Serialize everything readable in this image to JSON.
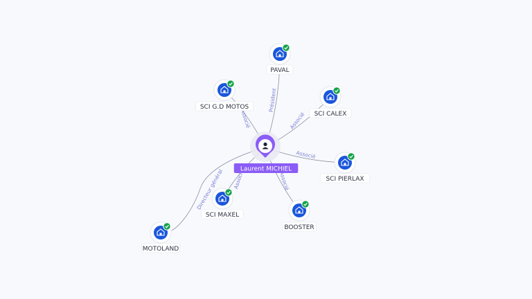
{
  "colors": {
    "edge": "#8a8ea6",
    "edge_label": "#7b7fd6",
    "person": "#8b5cf6",
    "company": "#1a56db",
    "check": "#16a34a",
    "label_bg": "#ffffff"
  },
  "center": {
    "id": "laurent",
    "label": "Laurent MICHIEL",
    "icon": "person-icon"
  },
  "nodes": [
    {
      "id": "paval",
      "label": "PAVAL",
      "icon": "building-icon",
      "verified": true
    },
    {
      "id": "sci-gd",
      "label": "SCI G.D MOTOS",
      "icon": "building-icon",
      "verified": true
    },
    {
      "id": "sci-calex",
      "label": "SCI CALEX",
      "icon": "building-icon",
      "verified": true
    },
    {
      "id": "sci-pierlax",
      "label": "SCI PIERLAX",
      "icon": "building-icon",
      "verified": true
    },
    {
      "id": "booster",
      "label": "BOOSTER",
      "icon": "building-icon",
      "verified": true
    },
    {
      "id": "sci-maxel",
      "label": "SCI MAXEL",
      "icon": "building-icon",
      "verified": true
    },
    {
      "id": "motoland",
      "label": "MOTOLAND",
      "icon": "building-icon",
      "verified": true
    }
  ],
  "edges": [
    {
      "from": "laurent",
      "to": "paval",
      "label": "Président"
    },
    {
      "from": "laurent",
      "to": "sci-gd",
      "label": "Associé"
    },
    {
      "from": "laurent",
      "to": "sci-calex",
      "label": "Associé"
    },
    {
      "from": "laurent",
      "to": "sci-pierlax",
      "label": "Associé"
    },
    {
      "from": "laurent",
      "to": "booster",
      "label": "Associé"
    },
    {
      "from": "laurent",
      "to": "sci-maxel",
      "label": "Associé"
    },
    {
      "from": "laurent",
      "to": "motoland",
      "label": "Directeur général"
    }
  ]
}
